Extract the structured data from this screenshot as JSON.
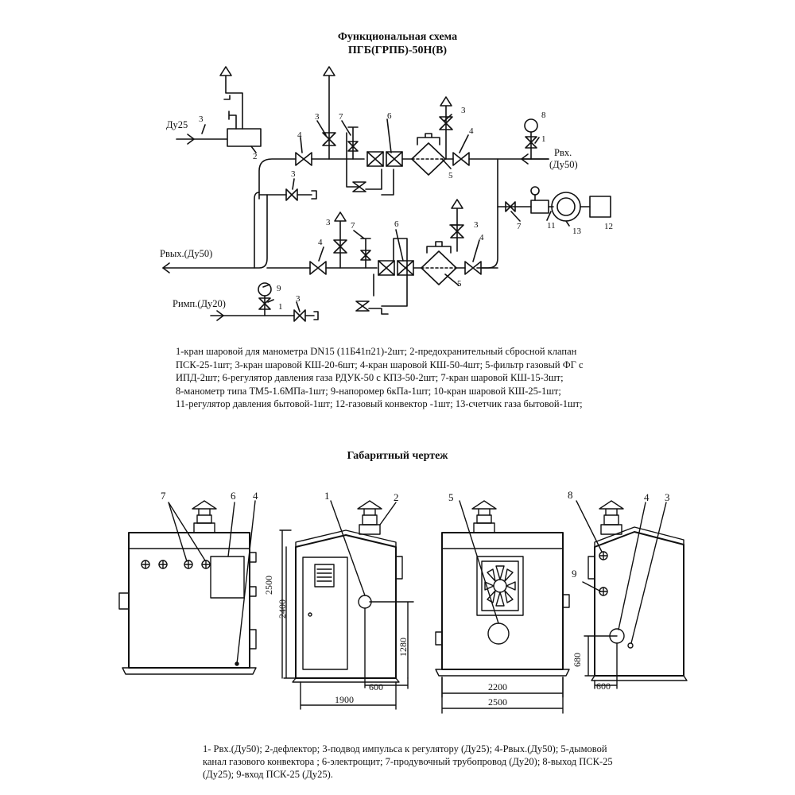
{
  "schema": {
    "title_line1": "Функциональная схема",
    "title_line2": "ПГБ(ГРПБ)-50Н(В)",
    "labels": {
      "du25": "Ду25",
      "rvh": "Рвх.",
      "rvh_du": "(Ду50)",
      "rvyh": "Рвых.(Ду50)",
      "rimp": "Римп.(Ду20)"
    },
    "legend_lines": [
      "1-кран шаровой для манометра DN15 (11Б41п21)-2шт; 2-предохранительный сбросной клапан",
      "ПСК-25-1шт; 3-кран шаровой КШ-20-6шт; 4-кран шаровой КШ-50-4шт; 5-фильтр газовый ФГ с",
      "ИПД-2шт; 6-регулятор давления газа РДУК-50 с КПЗ-50-2шт; 7-кран шаровой КШ-15-3шт;",
      "8-манометр типа ТМ5-1.6МПа-1шт; 9-напоромер 6кПа-1шт; 10-кран шаровой КШ-25-1шт;",
      "11-регулятор давления бытовой-1шт; 12-газовый конвектор -1шт; 13-счетчик газа бытовой-1шт;"
    ]
  },
  "drawing": {
    "title": "Габаритный чертеж",
    "dims": {
      "h2500": "2500",
      "h2400": "2400",
      "h1280": "1280",
      "w600_a": "600",
      "w1900": "1900",
      "w2200": "2200",
      "w2500": "2500",
      "h680": "680",
      "w600_b": "600"
    },
    "legend_lines": [
      "1- Рвх.(Ду50); 2-дефлектор; 3-подвод импульса к регулятору (Ду25); 4-Рвых.(Ду50); 5-дымовой",
      "канал газового конвектора ; 6-электрощит; 7-продувочный трубопровод (Ду20); 8-выход ПСК-25",
      "(Ду25); 9-вход ПСК-25 (Ду25)."
    ]
  }
}
